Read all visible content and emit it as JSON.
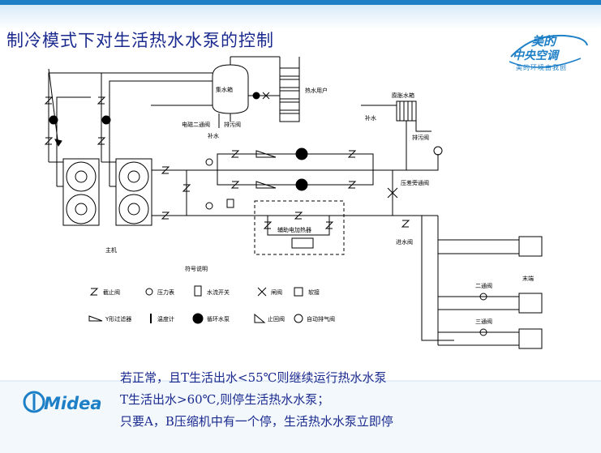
{
  "slide": {
    "title": "制冷模式下对生活热水水泵的控制",
    "brand": {
      "name_cn": "美的",
      "name_sub": "中央空调",
      "slogan": "美的环境由我创",
      "logo_text": "Midea"
    }
  },
  "diagram": {
    "labels": {
      "collect_tank": "集水箱",
      "hot_water_users": "热水用户",
      "expansion_tank": "膨胀水箱",
      "makeup_water": "补水",
      "drain_valve": "排污阀",
      "drain_valve_tank": "排污阀",
      "drain_valve_exp": "排污阀",
      "solenoid_valve": "电磁二通阀",
      "makeup_water_tank": "补水",
      "pressure_bypass": "压差旁通阀",
      "aux_heater": "辅助电加热器",
      "main_unit": "主机",
      "inlet_valve": "进水阀",
      "terminal": "末端",
      "two_way_1": "二通阀",
      "three_way": "三通阀",
      "legend_title": "符号说明"
    },
    "legend": [
      {
        "symbol": "stop-valve",
        "label": "截止阀"
      },
      {
        "symbol": "pressure-gauge",
        "label": "压力表"
      },
      {
        "symbol": "flow-switch",
        "label": "水流开关"
      },
      {
        "symbol": "gate-valve",
        "label": "闸阀"
      },
      {
        "symbol": "soft-joint",
        "label": "软接"
      },
      {
        "symbol": "y-filter",
        "label": "Y形过滤器"
      },
      {
        "symbol": "thermometer",
        "label": "温度计"
      },
      {
        "symbol": "circulation-pump",
        "label": "循环水泵"
      },
      {
        "symbol": "check-valve",
        "label": "止回阀"
      },
      {
        "symbol": "auto-vent-valve",
        "label": "自动排气阀"
      }
    ]
  },
  "notes": [
    "若正常，且T生活出水<55℃则继续运行热水水泵",
    "T生活出水>60℃,则停生活热水水泵；",
    "只要A，B压缩机中有一个停，生活热水水泵立即停"
  ]
}
